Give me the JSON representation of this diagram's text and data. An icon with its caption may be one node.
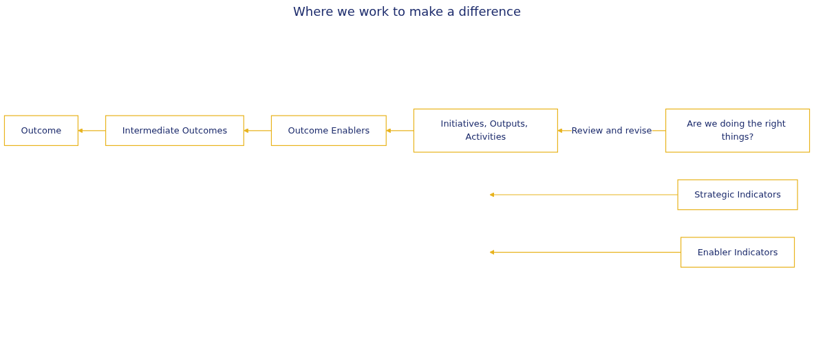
{
  "diagram": {
    "nodes": [
      {
        "text": [
          "Are we doing the right things?"
        ]
      },
      {
        "text": [
          "Outcome"
        ]
      },
      {
        "text": [
          "Intermediate Outcomes"
        ]
      },
      {
        "text": [
          "Outcome Enablers"
        ]
      },
      {
        "text": [
          "Initiatives, Outputs, Activities"
        ]
      },
      {
        "text": [
          "Strategic Indicators"
        ]
      },
      {
        "text": [
          "Enabler Indicators"
        ]
      }
    ],
    "edges": [
      {
        "from": 0,
        "to": 4,
        "arrow": "to",
        "label": "Review and revise"
      },
      {
        "from": 4,
        "to": 3,
        "arrow": "to"
      },
      {
        "from": 3,
        "to": 2,
        "arrow": "to"
      },
      {
        "from": 2,
        "to": 1,
        "arrow": "to"
      },
      {
        "from": 5,
        "to": null,
        "arrow": "to"
      },
      {
        "from": 6,
        "to": null,
        "arrow": "to"
      }
    ],
    "labels": [
      "Where we work to make a difference"
    ]
  }
}
